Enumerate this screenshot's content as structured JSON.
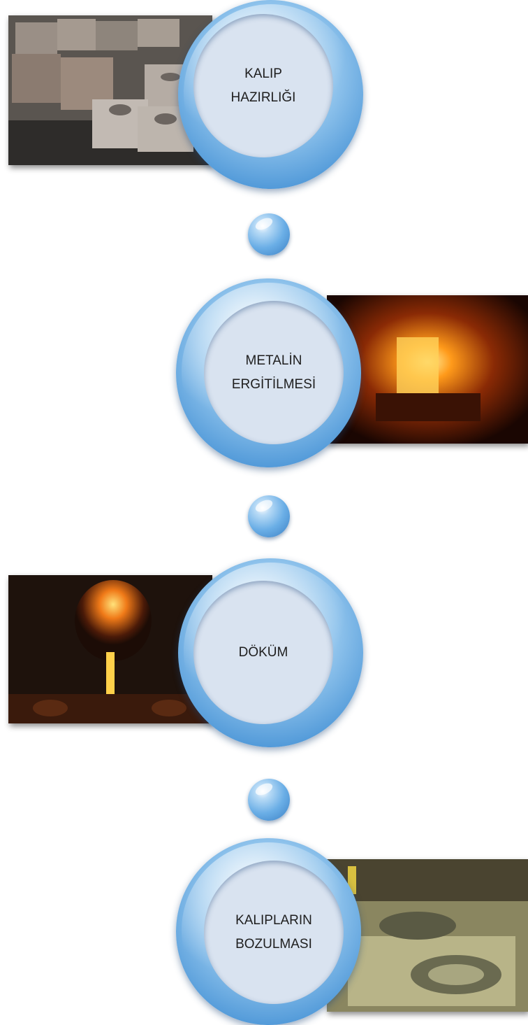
{
  "steps": [
    {
      "label": "KALIP\nHAZIRLIĞI",
      "photo": "stacked-metal-mold-boxes"
    },
    {
      "label": "METALİN\nERGİTİLMESİ",
      "photo": "glowing-furnace"
    },
    {
      "label": "DÖKÜM",
      "photo": "molten-metal-pouring"
    },
    {
      "label": "KALIPLARIN\nBOZULMASI",
      "photo": "opened-metal-molds"
    }
  ],
  "colors": {
    "ring": "#4f98d8",
    "inner": "#d9e3f0",
    "text": "#1e1e1e"
  }
}
